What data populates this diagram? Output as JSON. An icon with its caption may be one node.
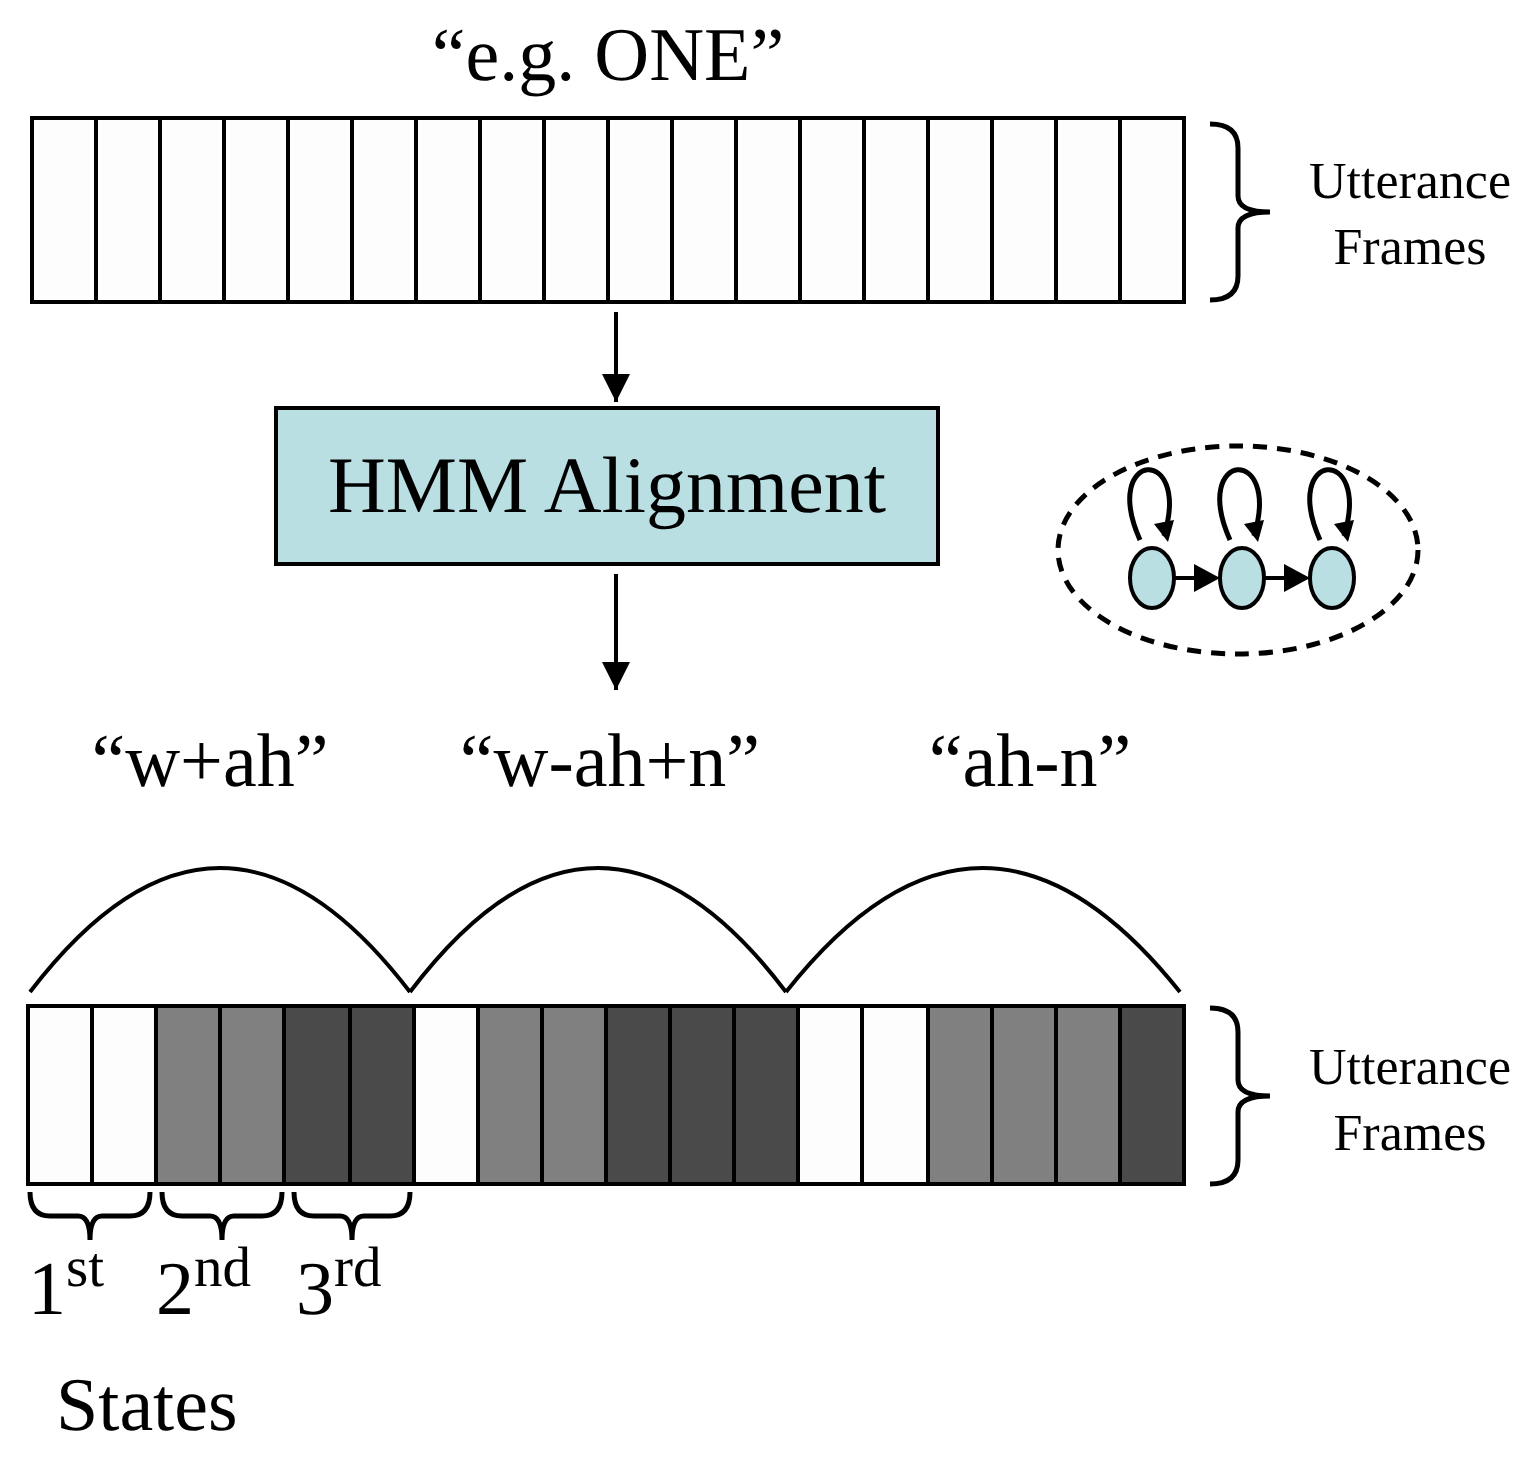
{
  "diagram": {
    "nodes": [
      {
        "text": [
          "“e.g. ONE”"
        ]
      },
      {
        "text": [
          "HMM Alignment"
        ]
      }
    ],
    "edges": [
      {
        "from": 0,
        "to": 1,
        "arrow": "to"
      },
      {
        "from": 1,
        "to": null,
        "arrow": "to"
      }
    ],
    "labels": [
      "Utterance Frames",
      "“w+ah”",
      "“w-ah+n”",
      "“ah-n”",
      "Utterance Frames",
      "1$^{st}$",
      "2$^{nd}$",
      "3$^{rd}$",
      "States"
    ]
  }
}
